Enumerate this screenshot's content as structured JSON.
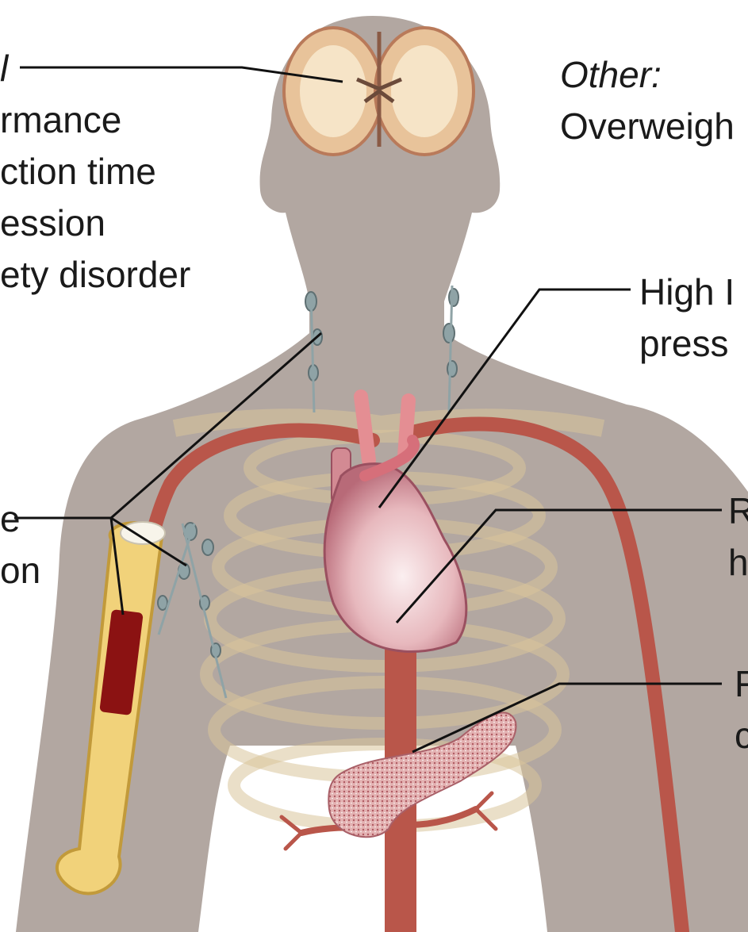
{
  "labels": {
    "mental": {
      "heading": "l",
      "lines": [
        "rmance",
        "ction time",
        "ession",
        "ety disorder"
      ]
    },
    "other": {
      "heading": "Other:",
      "lines": [
        "Overweigh"
      ]
    },
    "high_bp": {
      "lines": [
        "High I",
        "press"
      ]
    },
    "heart": {
      "lines": [
        "R",
        "h"
      ]
    },
    "pancreas": {
      "lines": [
        "F",
        "c"
      ]
    },
    "immune": {
      "lines": [
        "e",
        "on"
      ]
    }
  },
  "icons": [
    "body-silhouette",
    "brain-icon",
    "heart-icon",
    "pancreas-icon",
    "lymph-node-icon",
    "bone-marrow-icon",
    "ribcage-icon",
    "artery-icon"
  ],
  "colors": {
    "body": "#b2a7a1",
    "artery": "#b9564a",
    "bone": "#f1d27a",
    "marrow": "#8b1212",
    "brain": "#e8c39a",
    "pancreas": "#d9a3a6",
    "leader": "#111111"
  }
}
